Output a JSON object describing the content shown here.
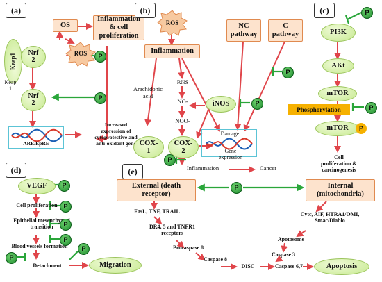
{
  "panels": {
    "a": {
      "label": "(a)",
      "os": "OS",
      "inflam_cell": "Inflammation & cell proliferation",
      "ros": "ROS",
      "keap1": "Keap1",
      "keap1_small": "Keap\n1",
      "nrf2_top": "Nrf\n2",
      "nrf2_bottom": "Nrf\n2",
      "are": "ARE/EpRE",
      "increased": "Increased\nexpression of\ncytoprotective and\nanti-oxidant gene"
    },
    "b": {
      "label": "(b)",
      "ros": "ROS",
      "inflammation": "Inflammation",
      "nc_pathway": "NC\npathway",
      "c_pathway": "C\npathway",
      "arachidonic": "Arachidonic\nacid",
      "rns": "RNS",
      "no": "NO-",
      "noo": "NOO-",
      "inos": "iNOS",
      "cox1": "COX-\n1",
      "cox2": "COX-\n2",
      "damage": "Damage",
      "gene_expression": "Gene\nexpression",
      "inflammation2": "Inflammation",
      "cancer": "Cancer"
    },
    "c": {
      "label": "(c)",
      "pi3k": "PI3K",
      "akt": "AKt",
      "mtor1": "mTOR",
      "phosphorylation": "Phosphorylation",
      "mtor2": "mTOR",
      "p_badge": "P",
      "cell_prolif": "Cell\nproliferation &\ncarcinogenesis"
    },
    "d": {
      "label": "(d)",
      "vegf": "VEGF",
      "cell_prolif": "Cell proliferation",
      "emt": "Epithelial mesenchymal\ntransition",
      "blood": "Blood vessels formation",
      "detachment": "Detachment",
      "migration": "Migration"
    },
    "e": {
      "label": "(e)",
      "external": "External (death\nreceptor)",
      "internal": "Internal\n(mitochondria)",
      "fasl": "FasL, TNF, TRAIL",
      "dr4": "DR4, 5 and TNFR1\nreceptors",
      "procaspase": "Procaspase 8",
      "caspase8": "Caspase 8",
      "disc": "DISC",
      "caspase67": "Caspase 6,7",
      "apoptosis": "Apoptosis",
      "cytc": "Cytc, AIF, HTRA1/OMI,\nSmac/Diablo",
      "apotosome": "Apotosome",
      "caspase3": "Caspase 3"
    }
  },
  "p_label": "P",
  "colors": {
    "arrow_red": "#e0454a",
    "inhibit_green": "#2aa63a",
    "orange_fill": "#fde3cd",
    "green_fill": "#c6e98f",
    "phosphorylation_fill": "#f6b100"
  }
}
